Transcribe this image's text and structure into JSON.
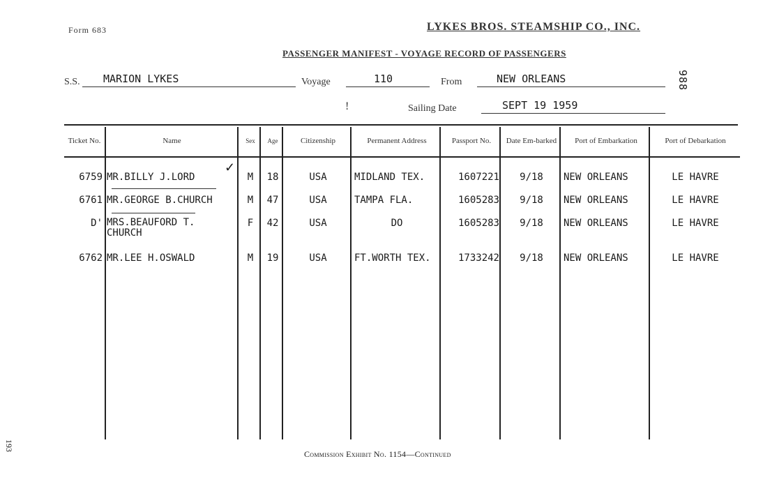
{
  "header": {
    "form_no": "Form 683",
    "company": "LYKES BROS. STEAMSHIP CO., INC.",
    "manifest_title": "PASSENGER MANIFEST - VOYAGE RECORD OF PASSENGERS",
    "ss_label": "S.S.",
    "ss_value": "MARION LYKES",
    "voyage_label": "Voyage",
    "voyage_value": "110",
    "from_label": "From",
    "from_value": "NEW ORLEANS",
    "side_number": "988",
    "sailing_label": "Sailing Date",
    "sailing_value": "SEPT 19 1959"
  },
  "columns": [
    "Ticket No.",
    "Name",
    "Sex",
    "Age",
    "Citizenship",
    "Permanent Address",
    "Passport No.",
    "Date Em-barked",
    "Port of Embarkation",
    "Port of Debarkation"
  ],
  "rows": [
    {
      "ticket": "6759",
      "name": "MR.BILLY J.LORD",
      "sex": "M",
      "age": "18",
      "citizenship": "USA",
      "address": "MIDLAND TEX.",
      "passport": "1607221",
      "date": "9/18",
      "embark": "NEW ORLEANS",
      "debark": "LE HAVRE"
    },
    {
      "ticket": "6761",
      "name": "MR.GEORGE B.CHURCH",
      "sex": "M",
      "age": "47",
      "citizenship": "USA",
      "address": "TAMPA FLA.",
      "passport": "1605283",
      "date": "9/18",
      "embark": "NEW ORLEANS",
      "debark": "LE HAVRE"
    },
    {
      "ticket": "D'",
      "name": "MRS.BEAUFORD T. CHURCH",
      "sex": "F",
      "age": "42",
      "citizenship": "USA",
      "address": "DO",
      "passport": "1605283",
      "date": "9/18",
      "embark": "NEW ORLEANS",
      "debark": "LE HAVRE"
    },
    {
      "ticket": "6762",
      "name": "MR.LEE H.OSWALD",
      "sex": "M",
      "age": "19",
      "citizenship": "USA",
      "address": "FT.WORTH TEX.",
      "passport": "1733242",
      "date": "9/18",
      "embark": "NEW ORLEANS",
      "debark": "LE HAVRE"
    }
  ],
  "footer": "Commission Exhibit No. 1154—Continued",
  "page_number": "193"
}
